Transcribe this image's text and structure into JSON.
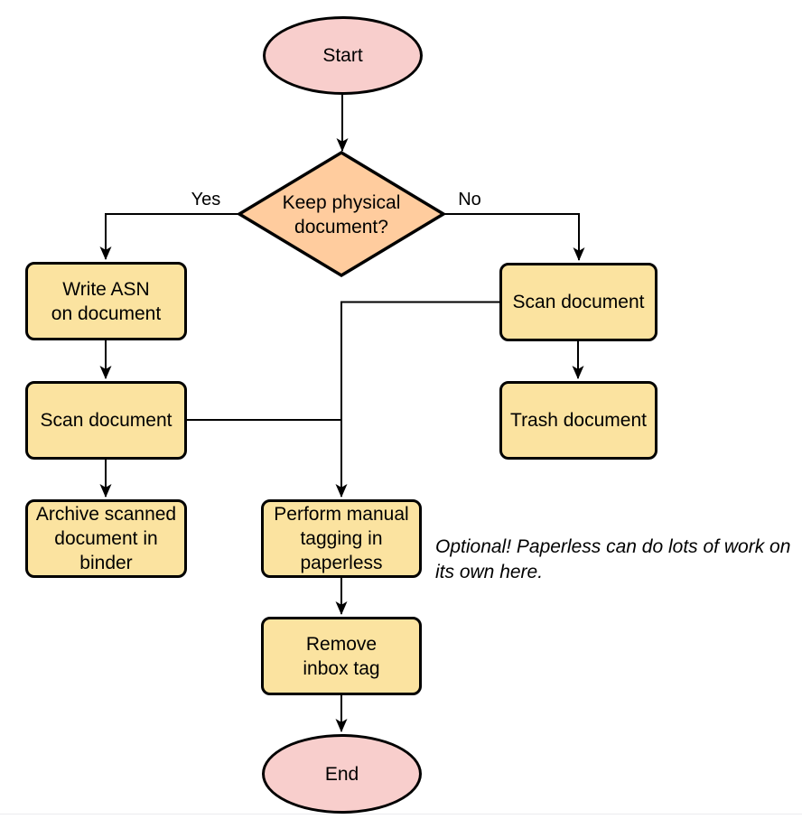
{
  "diagram": {
    "kind": "flowchart",
    "nodes": {
      "start": {
        "type": "terminator",
        "label": "Start"
      },
      "decision": {
        "type": "decision",
        "label": "Keep physical\ndocument?"
      },
      "write_asn": {
        "type": "process",
        "label": "Write ASN\non document"
      },
      "scan_left": {
        "type": "process",
        "label": "Scan document"
      },
      "archive": {
        "type": "process",
        "label": "Archive scanned\ndocument in\nbinder"
      },
      "scan_right": {
        "type": "process",
        "label": "Scan document"
      },
      "trash": {
        "type": "process",
        "label": "Trash document"
      },
      "tagging": {
        "type": "process",
        "label": "Perform manual\ntagging in\npaperless"
      },
      "remove_inbox": {
        "type": "process",
        "label": "Remove\ninbox tag"
      },
      "end": {
        "type": "terminator",
        "label": "End"
      }
    },
    "edge_labels": {
      "yes": "Yes",
      "no": "No"
    },
    "edges": [
      {
        "from": "start",
        "to": "decision"
      },
      {
        "from": "decision",
        "to": "write_asn",
        "label": "Yes"
      },
      {
        "from": "decision",
        "to": "scan_right",
        "label": "No"
      },
      {
        "from": "write_asn",
        "to": "scan_left"
      },
      {
        "from": "scan_left",
        "to": "archive"
      },
      {
        "from": "scan_left",
        "to": "tagging"
      },
      {
        "from": "scan_right",
        "to": "trash"
      },
      {
        "from": "scan_right",
        "to": "tagging"
      },
      {
        "from": "tagging",
        "to": "remove_inbox"
      },
      {
        "from": "remove_inbox",
        "to": "end"
      }
    ],
    "annotation": "Optional! Paperless can do lots of work on\nits own here."
  },
  "colors": {
    "background": "#ffffff",
    "stroke": "#000000",
    "node_fill_yellow": "#fbe3a0",
    "node_fill_pink": "#f8cecc",
    "node_fill_orange": "#ffcc9e",
    "annotation_text": "#000000",
    "footer_line": "#ebebee"
  }
}
